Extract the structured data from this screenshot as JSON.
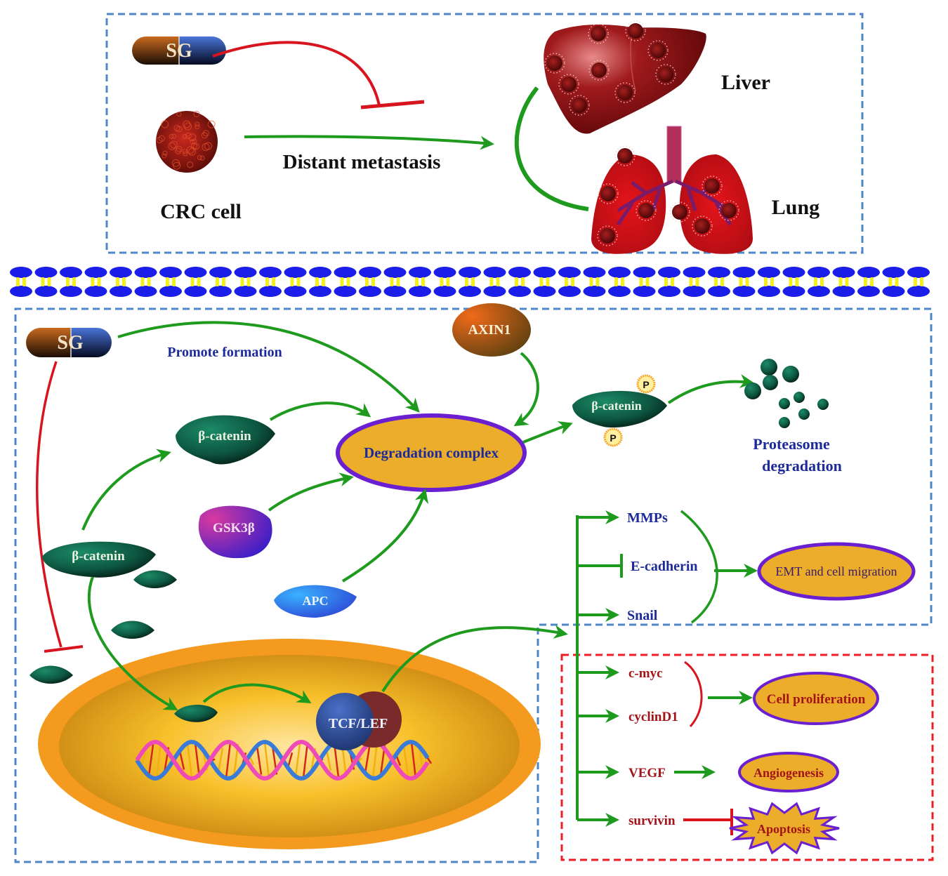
{
  "colors": {
    "activate": "#1e9a1e",
    "inhibit": "#d8141e",
    "box_blue": "#4f86c6",
    "box_red": "#ee1c24",
    "outcome_fill": "#ecae2a",
    "outcome_stroke": "#6a1fd0",
    "label_blue": "#1d2a9a",
    "label_red": "#a3141a",
    "catenin": "#0f5a44",
    "nucleus": "#f39a1f",
    "membrane_head": "#1a1ee8",
    "membrane_tail": "#f3ef1a",
    "liver": "#8e0e10",
    "lung": "#c5141a"
  },
  "top_panel": {
    "drug_label": "SG",
    "cell_label": "CRC cell",
    "arrow_label": "Distant metastasis",
    "organs": [
      {
        "name": "Liver"
      },
      {
        "name": "Lung"
      }
    ]
  },
  "membrane": {
    "type": "lipid-bilayer"
  },
  "pathway": {
    "drug_label": "SG",
    "promote_label": "Promote formation",
    "axin": "AXIN1",
    "gsk": "GSK3β",
    "apc": "APC",
    "catenin": "β-catenin",
    "complex": "Degradation complex",
    "phospho": "P",
    "proteasome_line1": "Proteasome",
    "proteasome_line2": "degradation",
    "tcf": "TCF/LEF"
  },
  "targets_emt": [
    {
      "name": "MMPs",
      "effect": "activate"
    },
    {
      "name": "E-cadherin",
      "effect": "inhibit"
    },
    {
      "name": "Snail",
      "effect": "activate"
    }
  ],
  "emt_outcome": "EMT and cell migration",
  "targets_red": [
    {
      "name": "c-myc",
      "effect": "activate"
    },
    {
      "name": "cyclinD1",
      "effect": "activate"
    },
    {
      "name": "VEGF",
      "effect": "activate"
    },
    {
      "name": "survivin",
      "effect": "activate"
    }
  ],
  "red_outcomes": {
    "proliferation": "Cell proliferation",
    "angiogenesis": "Angiogenesis",
    "apoptosis": "Apoptosis"
  }
}
